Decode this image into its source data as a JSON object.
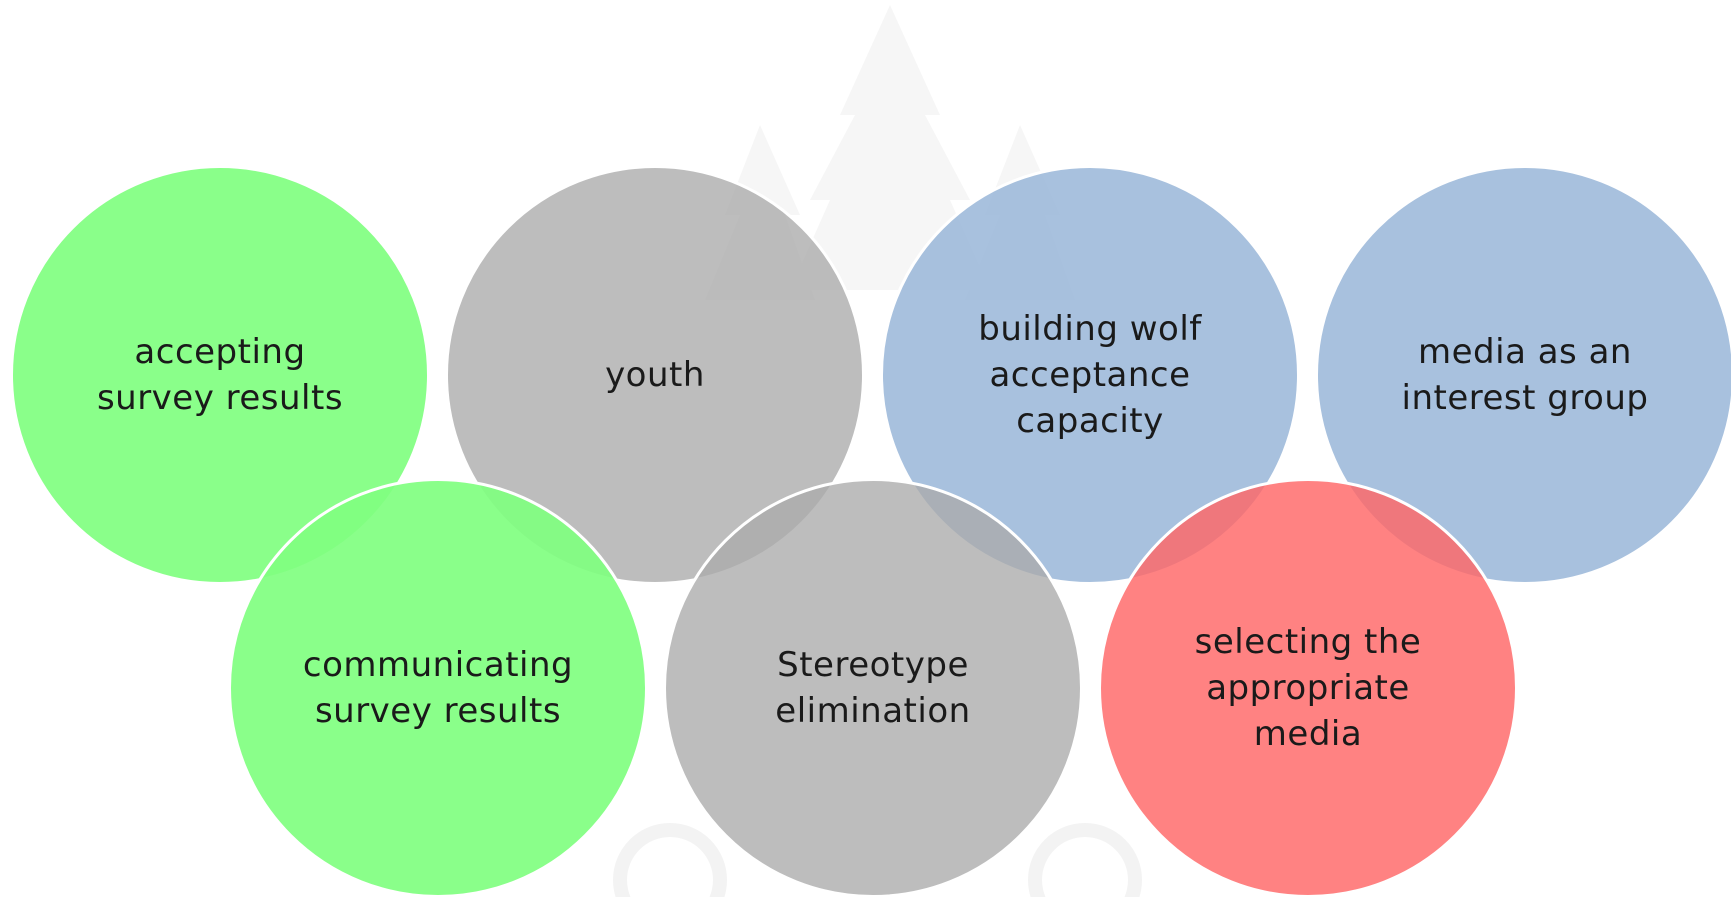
{
  "circles": {
    "c1": {
      "label": "accepting\nsurvey results",
      "color": "#80ff80"
    },
    "c2": {
      "label": "youth",
      "color": "#bfbfbf"
    },
    "c3": {
      "label": "building wolf\nacceptance\ncapacity",
      "color": "#a7bfdd"
    },
    "c4": {
      "label": "media as an\ninterest group",
      "color": "#a7bfdd"
    },
    "c5": {
      "label": "communicating\nsurvey results",
      "color": "#80ff80"
    },
    "c6": {
      "label": "Stereotype\nelimination",
      "color": "#bfbfbf"
    },
    "c7": {
      "label": "selecting the\nappropriate\nmedia",
      "color": "#ff7f7f"
    }
  }
}
